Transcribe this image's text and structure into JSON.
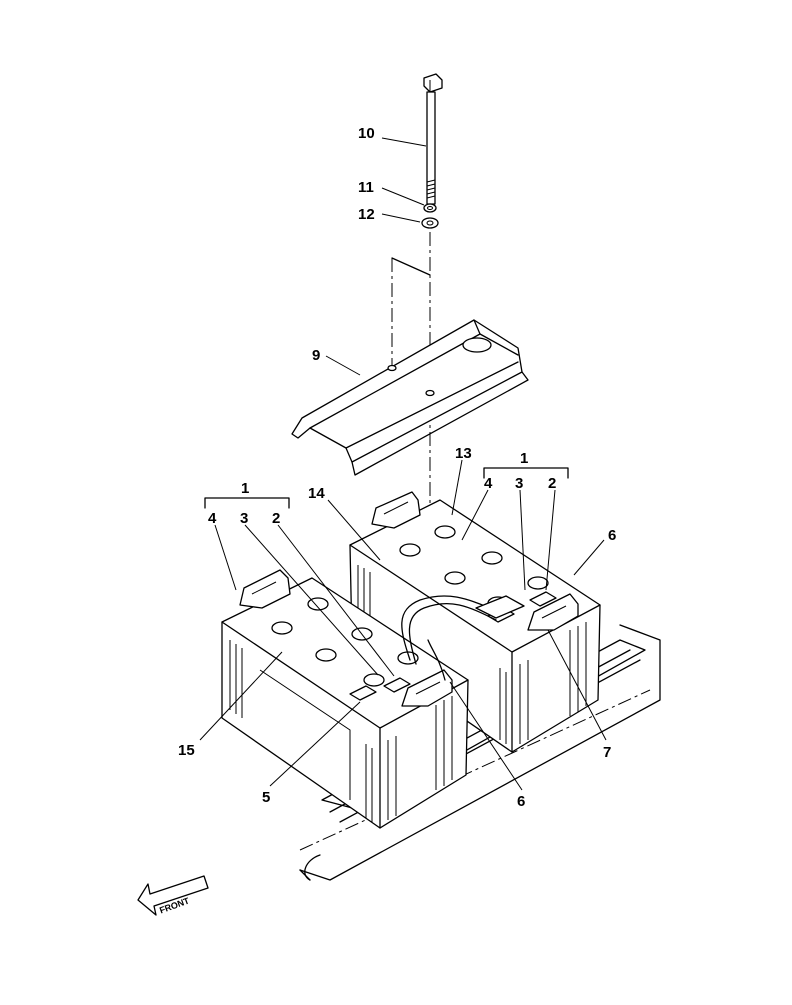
{
  "callouts": {
    "c1_right": "1",
    "c1_left": "1",
    "c2_right": "2",
    "c2_left": "2",
    "c3_right": "3",
    "c3_left": "3",
    "c4_right": "4",
    "c4_left": "4",
    "c5": "5",
    "c6_upper": "6",
    "c6_lower": "6",
    "c7": "7",
    "c9": "9",
    "c10": "10",
    "c11": "11",
    "c12": "12",
    "c13": "13",
    "c14": "14",
    "c15": "15"
  },
  "front_arrow": {
    "label": "FRONT"
  }
}
